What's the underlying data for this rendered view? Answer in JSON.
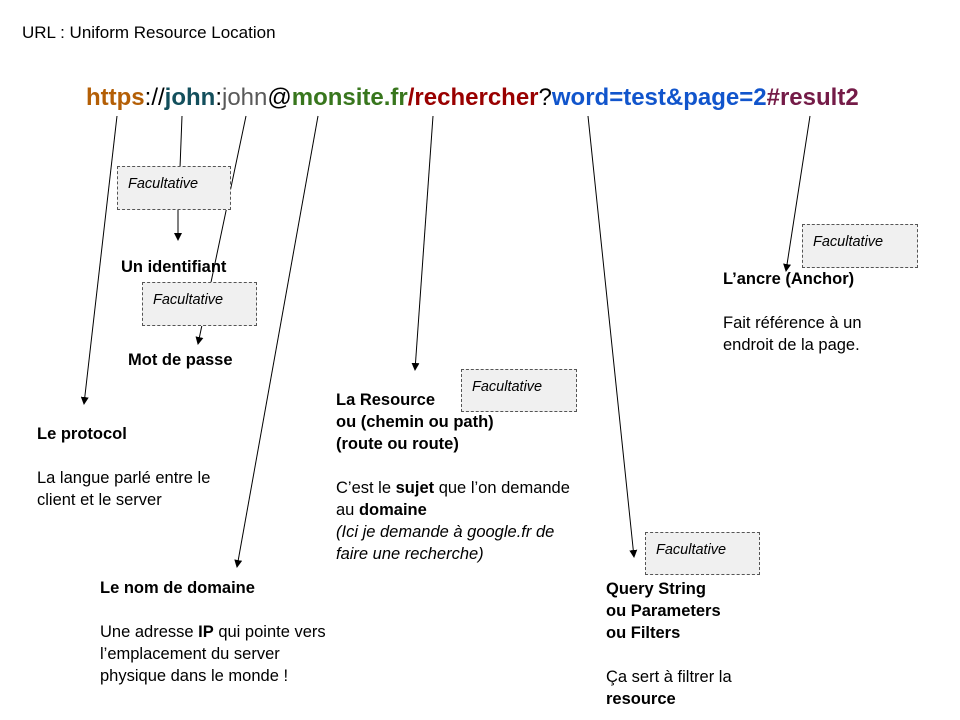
{
  "title": "URL : Uniform Resource Location",
  "url": {
    "parts": [
      {
        "text": "https",
        "color": "#b45f06",
        "bold": true
      },
      {
        "text": "://",
        "color": "#000000",
        "bold": false
      },
      {
        "text": "john",
        "color": "#134f5c",
        "bold": true
      },
      {
        "text": ":",
        "color": "#000000",
        "bold": false
      },
      {
        "text": "john",
        "color": "#595959",
        "bold": false
      },
      {
        "text": "@",
        "color": "#000000",
        "bold": false
      },
      {
        "text": "monsite.fr",
        "color": "#38761d",
        "bold": true
      },
      {
        "text": "/rechercher",
        "color": "#990000",
        "bold": true
      },
      {
        "text": "?",
        "color": "#000000",
        "bold": false
      },
      {
        "text": "word=test&page=2",
        "color": "#1155cc",
        "bold": true
      },
      {
        "text": "#result2",
        "color": "#741b47",
        "bold": true
      }
    ]
  },
  "optional_label": "Facultative",
  "identifier": {
    "heading": "Un identifiant"
  },
  "password": {
    "heading": "Mot de passe"
  },
  "protocol": {
    "heading": "Le protocol",
    "desc_line1": "La langue parlé entre le",
    "desc_line2": "client et le server"
  },
  "domain": {
    "heading": "Le nom de domaine",
    "desc_pre": "Une adresse ",
    "desc_bold": "IP",
    "desc_post": " qui pointe vers",
    "desc_line2": "l’emplacement du server",
    "desc_line3": "physique dans le monde !"
  },
  "resource": {
    "heading_line1": "La Resource",
    "heading_line2": "ou (chemin ou path)",
    "heading_line3": "(route ou route)",
    "desc_pre": "C’est le ",
    "desc_bold1": "sujet",
    "desc_post1": " que l’on demande",
    "desc_pre2": "au ",
    "desc_bold2": "domaine",
    "note_line1": "(Ici je demande à google.fr de",
    "note_line2": "faire une recherche)"
  },
  "query": {
    "heading_line1": "Query String",
    "heading_line2": "ou Parameters",
    "heading_line3": "ou Filters",
    "desc_line1": "Ça sert à filtrer la",
    "desc_bold": "resource"
  },
  "anchor": {
    "heading": "L’ancre (Anchor)",
    "desc_line1": "Fait référence à un",
    "desc_line2": "endroit de la page."
  }
}
